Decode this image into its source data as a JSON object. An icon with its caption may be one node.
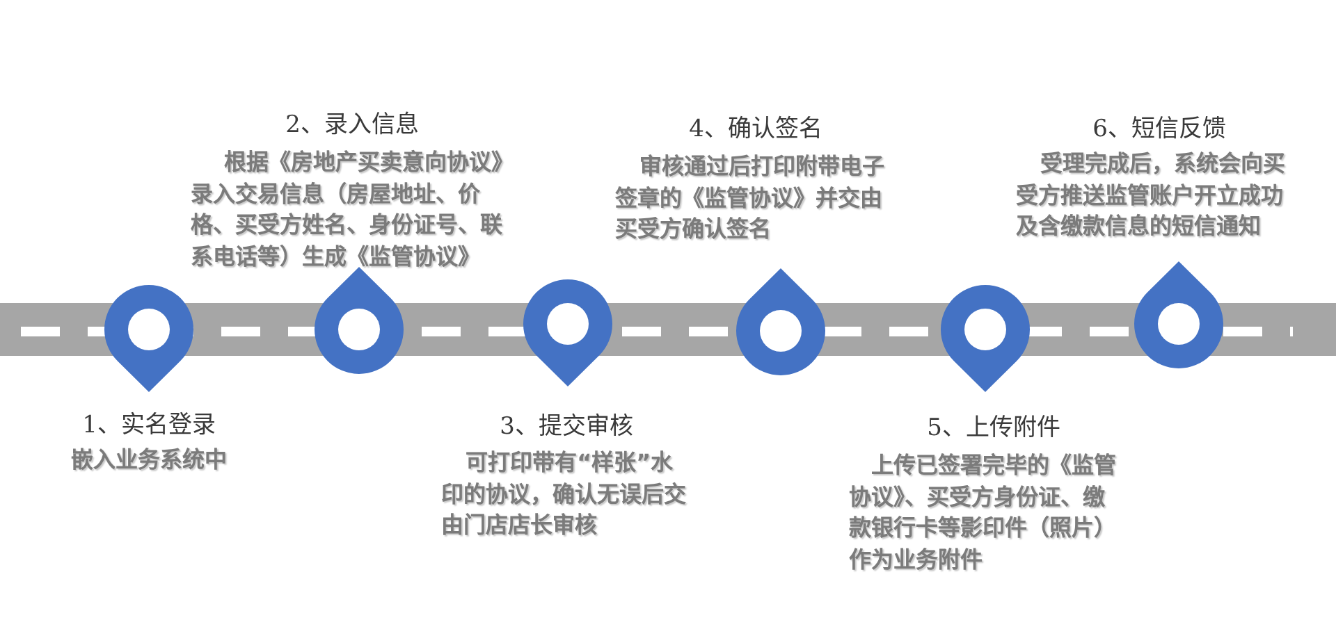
{
  "diagram": {
    "nodes": [
      {
        "text": [],
        "shape": "pin",
        "beside": [
          "1、实名登录",
          "嵌入业务系统中"
        ]
      },
      {
        "text": [],
        "shape": "pin",
        "beside": [
          "2、录入信息",
          "根据《房地产买卖意向协议》录入交易信息（房屋地址、价格、买受方姓名、身份证号、联系电话等）生成《监管协议》"
        ]
      },
      {
        "text": [],
        "shape": "pin",
        "beside": [
          "3、提交审核",
          "可打印带有“样张”水印的协议，确认无误后交由门店店长审核"
        ]
      },
      {
        "text": [],
        "shape": "pin",
        "beside": [
          "4、确认签名",
          "审核通过后打印附带电子签章的《监管协议》并交由买受方确认签名"
        ]
      },
      {
        "text": [],
        "shape": "pin",
        "beside": [
          "5、上传附件",
          "上传已签署完毕的《监管协议》、买受方身份证、缴款银行卡等影印件（照片）作为业务附件"
        ]
      },
      {
        "text": [],
        "shape": "pin",
        "beside": [
          "6、短信反馈",
          "受理完成后，系统会向买受方推送监管账户开立成功及含缴款信息的短信通知"
        ]
      }
    ]
  }
}
